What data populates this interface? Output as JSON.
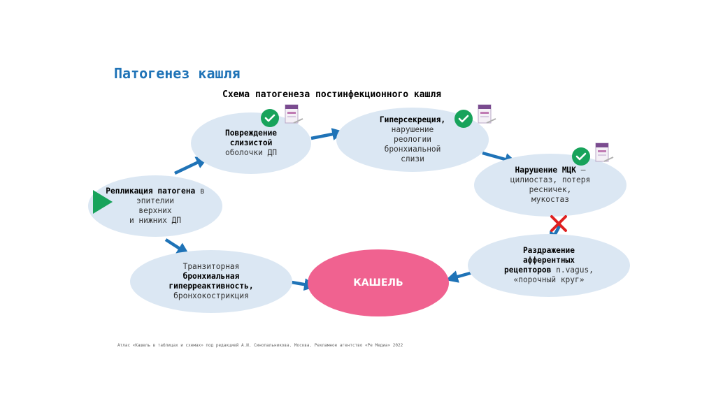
{
  "slide": {
    "title": "Патогенез кашля",
    "subtitle": "Схема патогенеза постинфекционного кашля"
  },
  "nodes": {
    "replication": {
      "bold": "Репликация патогена",
      "rest1": " в",
      "rest2": "эпителии",
      "rest3": "верхних",
      "rest4": "и нижних ДП"
    },
    "damage": {
      "bold1": "Повреждение",
      "bold2": "слизистой",
      "rest": "оболочки ДП"
    },
    "hypersecretion": {
      "bold": "Гиперсекреция,",
      "rest1": "нарушение",
      "rest2": "реологии",
      "rest3": "бронхиальной",
      "rest4": "слизи"
    },
    "mcc": {
      "bold": "Нарушение МЦК",
      "rest0": " –",
      "rest1": "цилиостаз, потеря",
      "rest2": "ресничек,",
      "rest3": "мукостаз"
    },
    "irritation": {
      "bold1": "Раздражение",
      "bold2": "афферентных",
      "bold3": "рецепторов",
      "rest3": " n.vagus,",
      "rest4": "«порочный круг»"
    },
    "transient": {
      "rest1": "Транзиторная",
      "bold2": "бронхиальная",
      "bold3": "гиперреактивность,",
      "rest4": "бронхокострикция"
    },
    "cough": {
      "label": "КАШЕЛЬ"
    }
  },
  "colors": {
    "title": "#1f73b7",
    "node_fill": "#dbe7f3",
    "cough_fill": "#f06290",
    "arrow": "#1f73b7",
    "check": "#18a35b",
    "cross": "#e02020",
    "play": "#18a35b"
  },
  "icons": [
    "play-triangle-icon",
    "check-icon",
    "medicine-pack-icon",
    "cross-icon"
  ],
  "footer": "Атлас «Кашель в таблицах и схемах» под редакцией А.И. Синопальникова.  Москва. Рекламное агентство «Ре Медиа» 2022"
}
